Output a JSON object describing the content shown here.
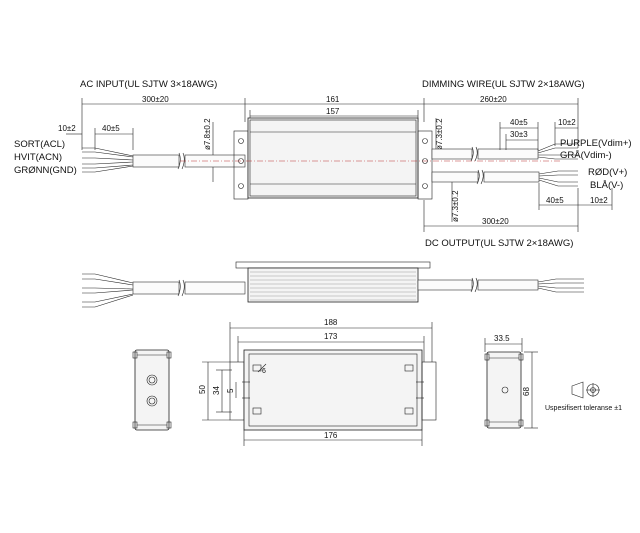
{
  "labels": {
    "ac_input": "AC INPUT(UL SJTW 3×18AWG)",
    "dimming_wire": "DIMMING WIRE(UL SJTW 2×18AWG)",
    "dc_output": "DC OUTPUT(UL SJTW 2×18AWG)",
    "sort": "SORT(ACL)",
    "hvit": "HVIT(ACN)",
    "gronn": "GRØNN(GND)",
    "purple": "PURPLE(Vdim+)",
    "gra": "GRÅ(Vdim-)",
    "rod": "RØD(V+)",
    "bla": "BLÅ(V-)",
    "tolerance": "Uspesifisert toleranse ±1"
  },
  "dimensions": {
    "ac_cable_len": "300±20",
    "ac_strip": "10±2",
    "ac_jacket": "40±5",
    "ac_hole": "ø7.8±0.2",
    "total_len": "161",
    "body_len": "157",
    "dim_cable_len": "260±20",
    "dim_jacket": "40±5",
    "dim_strip": "10±2",
    "dim_split": "30±3",
    "dc_hole_top": "ø7.3±0.2",
    "dc_hole_bot": "ø7.3±0.2",
    "dc_jacket": "40±5",
    "dc_strip": "10±2",
    "dc_cable_len": "300±20",
    "mount_total": "188",
    "mount_pitch": "173",
    "base_len": "176",
    "width": "50",
    "slot_span": "34",
    "slot_width": "5",
    "slot_dia": "6",
    "end_width": "33.5",
    "end_height": "68"
  }
}
